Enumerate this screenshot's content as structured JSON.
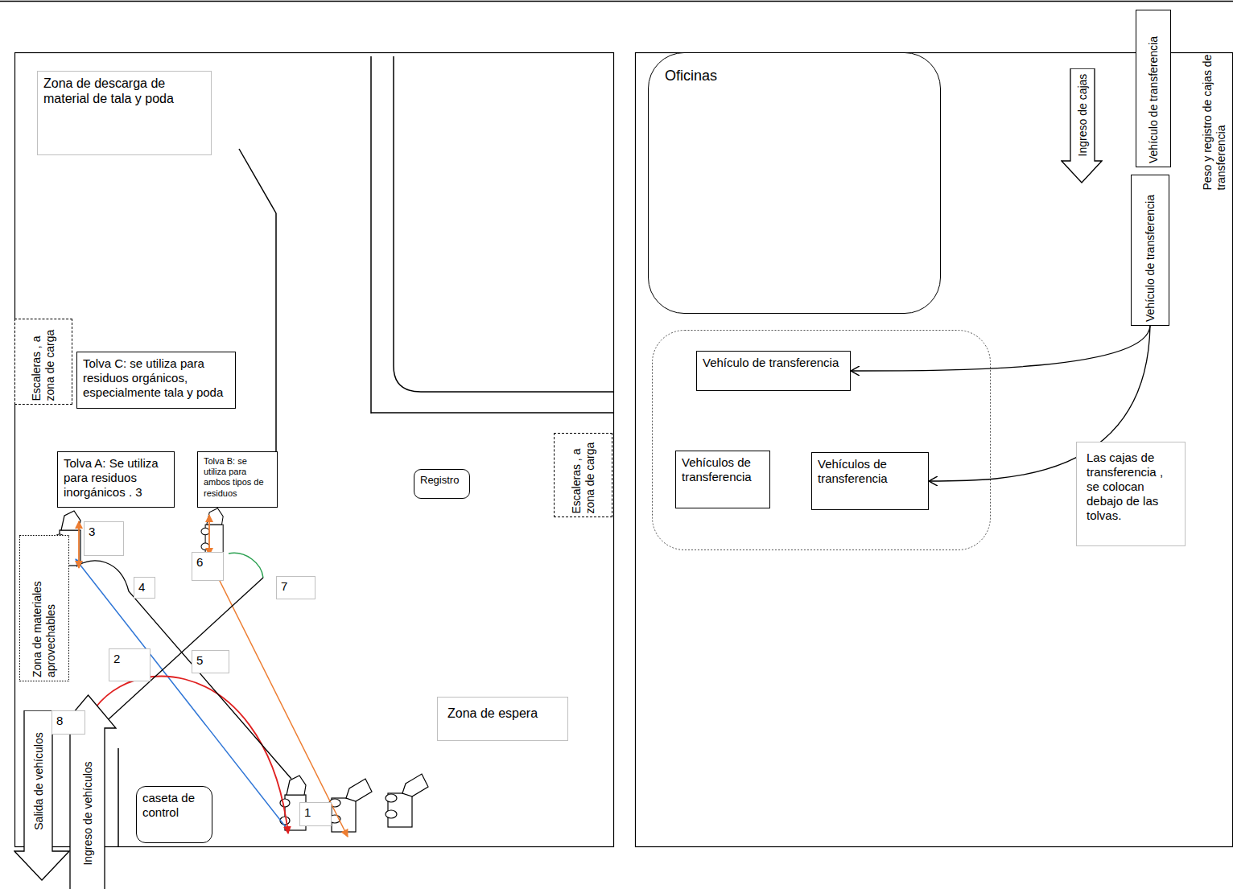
{
  "diagram": {
    "nodes": [
      {
        "text": [
          "Zona de descarga de material de tala y poda"
        ]
      },
      {
        "text": [
          "Oficinas"
        ]
      },
      {
        "text": [
          "Ingreso de cajas"
        ]
      },
      {
        "text": [
          "Vehículo de transferencia"
        ]
      },
      {
        "text": [
          "Vehículo de transferencia"
        ]
      },
      {
        "text": [
          "Escaleras , a zona de carga"
        ]
      },
      {
        "text": [
          "Tolva C: se utiliza para residuos orgánicos, especialmente tala y poda"
        ]
      },
      {
        "text": [
          "Vehículo de transferencia"
        ]
      },
      {
        "text": [
          "Tolva A: Se utiliza para residuos inorgánicos . 3"
        ]
      },
      {
        "text": [
          "Tolva B: se utiliza para ambos tipos de residuos"
        ]
      },
      {
        "text": [
          "Escaleras , a zona de carga"
        ]
      },
      {
        "text": [
          "Registro"
        ]
      },
      {
        "text": [
          "Vehículos de transferencia"
        ]
      },
      {
        "text": [
          "Vehículos de transferencia"
        ]
      },
      {
        "text": [
          "Las cajas de transferencia , se colocan debajo de las tolvas."
        ]
      },
      {
        "text": [
          "3"
        ]
      },
      {
        "text": [
          "Zona de materiales aprovechables"
        ]
      },
      {
        "text": [
          "6"
        ]
      },
      {
        "text": [
          "4"
        ]
      },
      {
        "text": [
          "7"
        ]
      },
      {
        "text": [
          "2"
        ]
      },
      {
        "text": [
          "5"
        ]
      },
      {
        "text": [
          "Zona de espera"
        ]
      },
      {
        "text": [
          "8"
        ]
      },
      {
        "text": [
          "Salida de vehículos"
        ]
      },
      {
        "text": [
          "Ingreso de vehículos"
        ]
      },
      {
        "text": [
          "caseta de control"
        ]
      },
      {
        "text": [
          "1"
        ]
      }
    ],
    "edges": [
      {
        "from": 4,
        "to": 7,
        "arrow": "to"
      },
      {
        "from": 4,
        "to": 13,
        "arrow": "to"
      }
    ],
    "labels": [
      "Peso y registro de cajas de transferencia"
    ]
  }
}
